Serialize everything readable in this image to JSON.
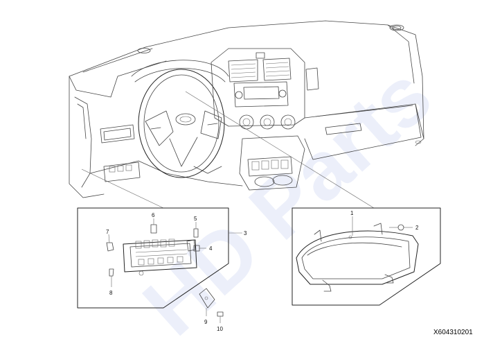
{
  "watermark": "HD Parts",
  "drawing_code": "X604310201",
  "callouts": {
    "c1": "1",
    "c2": "2",
    "c3": "3",
    "c4": "4",
    "c5": "5",
    "c6": "6",
    "c7": "7",
    "c8": "8",
    "c9": "9",
    "c10": "10"
  }
}
